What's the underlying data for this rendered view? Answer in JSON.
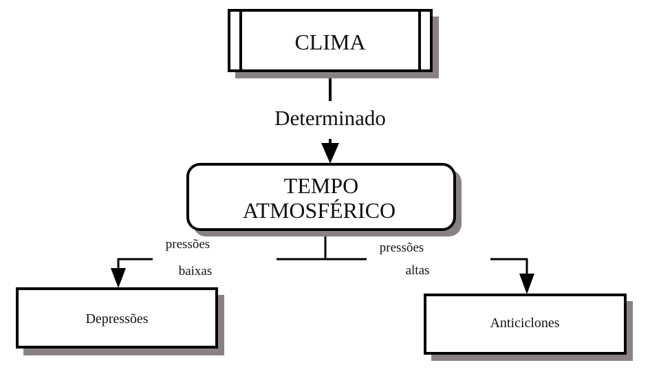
{
  "colors": {
    "stroke": "#000000",
    "shadow": "#8a8282",
    "background": "#ffffff"
  },
  "nodes": {
    "clima": {
      "label": "CLIMA"
    },
    "tempo": {
      "line1": "TEMPO",
      "line2": "ATMOSFÉRICO"
    },
    "depressoes": {
      "label": "Depressões"
    },
    "anticiclones": {
      "label": "Anticiclones"
    }
  },
  "edges": {
    "clima_tempo": {
      "label": "Determinado"
    },
    "tempo_depressoes": {
      "line1": "pressões",
      "line2": "baixas"
    },
    "tempo_anticiclones": {
      "line1": "pressões",
      "line2": "altas"
    }
  }
}
